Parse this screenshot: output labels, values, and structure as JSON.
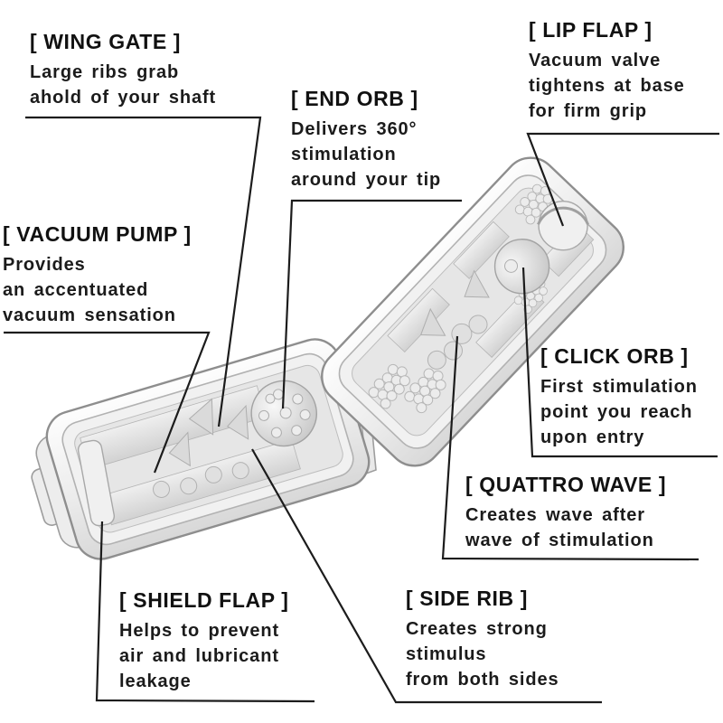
{
  "colors": {
    "background": "#ffffff",
    "text": "#151515",
    "leader_line": "#1c1c1c",
    "device_outline": "#8e8e8e",
    "device_fill": "#f4f4f4",
    "device_shade": "#d9d9d9"
  },
  "callouts": [
    {
      "id": "wing-gate",
      "heading": "[ WING GATE ]",
      "lines": [
        "Large ribs grab",
        "ahold of your shaft"
      ]
    },
    {
      "id": "end-orb",
      "heading": "[ END ORB ]",
      "lines": [
        "Delivers 360°",
        "stimulation",
        "around your tip"
      ]
    },
    {
      "id": "lip-flap",
      "heading": "[ LIP FLAP ]",
      "lines": [
        "Vacuum valve",
        "tightens at base",
        "for firm grip"
      ]
    },
    {
      "id": "vacuum-pump",
      "heading": "[ VACUUM PUMP ]",
      "lines": [
        "Provides",
        "an accentuated",
        "vacuum sensation"
      ]
    },
    {
      "id": "click-orb",
      "heading": "[ CLICK ORB ]",
      "lines": [
        "First stimulation",
        "point you reach",
        "upon entry"
      ]
    },
    {
      "id": "quattro-wave",
      "heading": "[ QUATTRO WAVE ]",
      "lines": [
        "Creates wave after",
        "wave of stimulation"
      ]
    },
    {
      "id": "shield-flap",
      "heading": "[ SHIELD FLAP ]",
      "lines": [
        "Helps to prevent",
        "air and lubricant",
        "leakage"
      ]
    },
    {
      "id": "side-rib",
      "heading": "[ SIDE RIB ]",
      "lines": [
        "Creates strong",
        "stimulus",
        "from both sides"
      ]
    }
  ]
}
